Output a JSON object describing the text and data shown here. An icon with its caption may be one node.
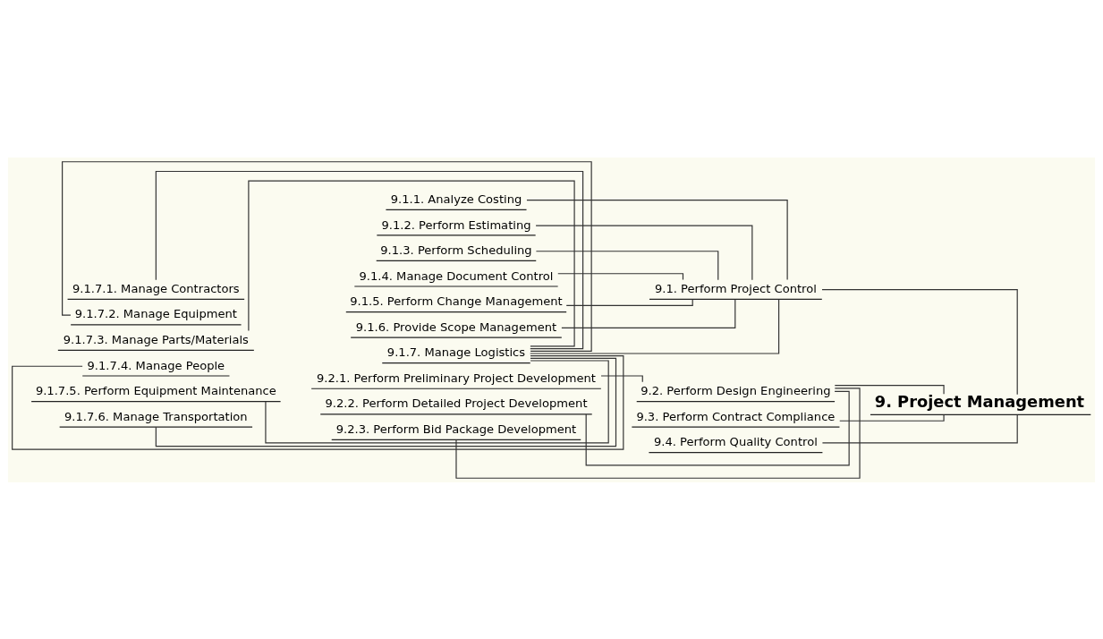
{
  "diagram": {
    "nodes": [
      {
        "text": [
          "9. Project Management"
        ]
      },
      {
        "text": [
          "9.1. Perform Project Control"
        ]
      },
      {
        "text": [
          "9.1.1. Analyze Costing"
        ]
      },
      {
        "text": [
          "9.1.2. Perform Estimating"
        ]
      },
      {
        "text": [
          "9.1.3. Perform Scheduling"
        ]
      },
      {
        "text": [
          "9.1.4. Manage Document Control"
        ]
      },
      {
        "text": [
          "9.1.5. Perform Change Management"
        ]
      },
      {
        "text": [
          "9.1.6. Provide Scope Management"
        ]
      },
      {
        "text": [
          "9.1.7. Manage Logistics"
        ]
      },
      {
        "text": [
          "9.1.7.1. Manage Contractors"
        ]
      },
      {
        "text": [
          "9.1.7.2. Manage Equipment"
        ]
      },
      {
        "text": [
          "9.1.7.3. Manage Parts/Materials"
        ]
      },
      {
        "text": [
          "9.1.7.4. Manage People"
        ]
      },
      {
        "text": [
          "9.1.7.5. Perform Equipment Maintenance"
        ]
      },
      {
        "text": [
          "9.1.7.6. Manage Transportation"
        ]
      },
      {
        "text": [
          "9.2. Perform Design Engineering"
        ]
      },
      {
        "text": [
          "9.2.1. Perform Preliminary Project Development"
        ]
      },
      {
        "text": [
          "9.2.2. Perform Detailed Project Development"
        ]
      },
      {
        "text": [
          "9.2.3. Perform Bid Package Development"
        ]
      },
      {
        "text": [
          "9.3. Perform Contract Compliance"
        ]
      },
      {
        "text": [
          "9.4. Perform Quality Control"
        ]
      }
    ],
    "edges": [
      {
        "from": 0,
        "to": 1,
        "arrow": "none"
      },
      {
        "from": 1,
        "to": 2,
        "arrow": "none"
      },
      {
        "from": 1,
        "to": 3,
        "arrow": "none"
      },
      {
        "from": 1,
        "to": 4,
        "arrow": "none"
      },
      {
        "from": 1,
        "to": 5,
        "arrow": "none"
      },
      {
        "from": 1,
        "to": 6,
        "arrow": "none"
      },
      {
        "from": 1,
        "to": 7,
        "arrow": "none"
      },
      {
        "from": 1,
        "to": 8,
        "arrow": "none"
      },
      {
        "from": 8,
        "to": 9,
        "arrow": "none"
      },
      {
        "from": 8,
        "to": 10,
        "arrow": "none"
      },
      {
        "from": 8,
        "to": 11,
        "arrow": "none"
      },
      {
        "from": 8,
        "to": 12,
        "arrow": "none"
      },
      {
        "from": 8,
        "to": 13,
        "arrow": "none"
      },
      {
        "from": 8,
        "to": 14,
        "arrow": "none"
      },
      {
        "from": 0,
        "to": 15,
        "arrow": "none"
      },
      {
        "from": 15,
        "to": 16,
        "arrow": "none"
      },
      {
        "from": 15,
        "to": 17,
        "arrow": "none"
      },
      {
        "from": 15,
        "to": 18,
        "arrow": "none"
      },
      {
        "from": 0,
        "to": 19,
        "arrow": "none"
      },
      {
        "from": 0,
        "to": 20,
        "arrow": "none"
      }
    ]
  }
}
